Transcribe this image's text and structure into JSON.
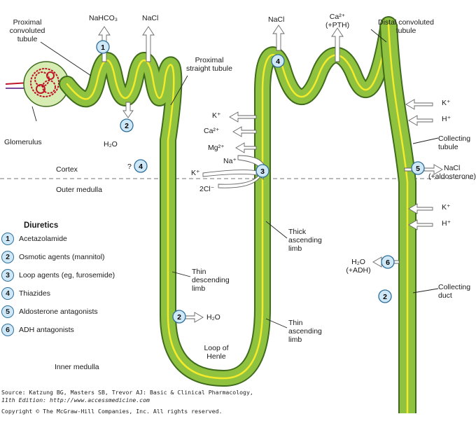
{
  "labels": {
    "proximal_convoluted": [
      "Proximal",
      "convoluted",
      "tubule"
    ],
    "glomerulus": "Glomerulus",
    "proximal_straight": [
      "Proximal",
      "straight tubule"
    ],
    "distal_convoluted": [
      "Distal convoluted",
      "tubule"
    ],
    "cortex": "Cortex",
    "outer_medulla": "Outer medulla",
    "inner_medulla": "Inner medulla",
    "thin_descending": [
      "Thin",
      "descending",
      "limb"
    ],
    "thick_ascending": [
      "Thick",
      "ascending",
      "limb"
    ],
    "thin_ascending": [
      "Thin",
      "ascending",
      "limb"
    ],
    "loop_of_henle": [
      "Loop of",
      "Henle"
    ],
    "collecting_tubule": [
      "Collecting",
      "tubule"
    ],
    "collecting_duct": [
      "Collecting",
      "duct"
    ]
  },
  "substances": {
    "nahco3": "NaHCO₃",
    "nacl_proximal": "NaCl",
    "nacl_distal": "NaCl",
    "ca_pth": [
      "Ca²⁺",
      "(+PTH)"
    ],
    "h2o_proximal": "H₂O",
    "question_mark": "?",
    "thick_ions": [
      "K⁺",
      "Ca²⁺",
      "Mg²⁺",
      "Na⁺",
      "K⁺",
      "2Cl⁻"
    ],
    "collecting_top": [
      "K⁺",
      "H⁺"
    ],
    "nacl_aldosterone": [
      "NaCl",
      "(+aldosterone)"
    ],
    "collecting_bottom": [
      "K⁺",
      "H⁺"
    ],
    "h2o_adh": [
      "H₂O",
      "(+ADH)"
    ],
    "h2o_descending": "H₂O"
  },
  "site_markers": [
    "1",
    "2",
    "4",
    "4",
    "3",
    "5",
    "6",
    "2",
    "2"
  ],
  "legend": {
    "title": "Diuretics",
    "items": [
      {
        "num": "1",
        "label": "Acetazolamide"
      },
      {
        "num": "2",
        "label": "Osmotic agents (mannitol)"
      },
      {
        "num": "3",
        "label": "Loop agents (eg, furosemide)"
      },
      {
        "num": "4",
        "label": "Thiazides"
      },
      {
        "num": "5",
        "label": "Aldosterone antagonists"
      },
      {
        "num": "6",
        "label": "ADH antagonists"
      }
    ]
  },
  "source": {
    "line1": "Source: Katzung BG, Masters SB, Trevor AJ: Basic & Clinical Pharmacology,",
    "line2": "11th Edition: http://www.accessmedicine.com",
    "line3": "Copyright © The McGraw-Hill Companies, Inc. All rights reserved."
  },
  "colors": {
    "tubule_fill": "#8fc23f",
    "tubule_edge": "#3f6b1d",
    "lumen_line": "#f3ea2c",
    "marker_fill": "#cfe8f7",
    "marker_edge": "#2f6f9a",
    "glomerulus_capsule": "#d6ecb2",
    "glomerulus_tuft": "#c0152a"
  }
}
